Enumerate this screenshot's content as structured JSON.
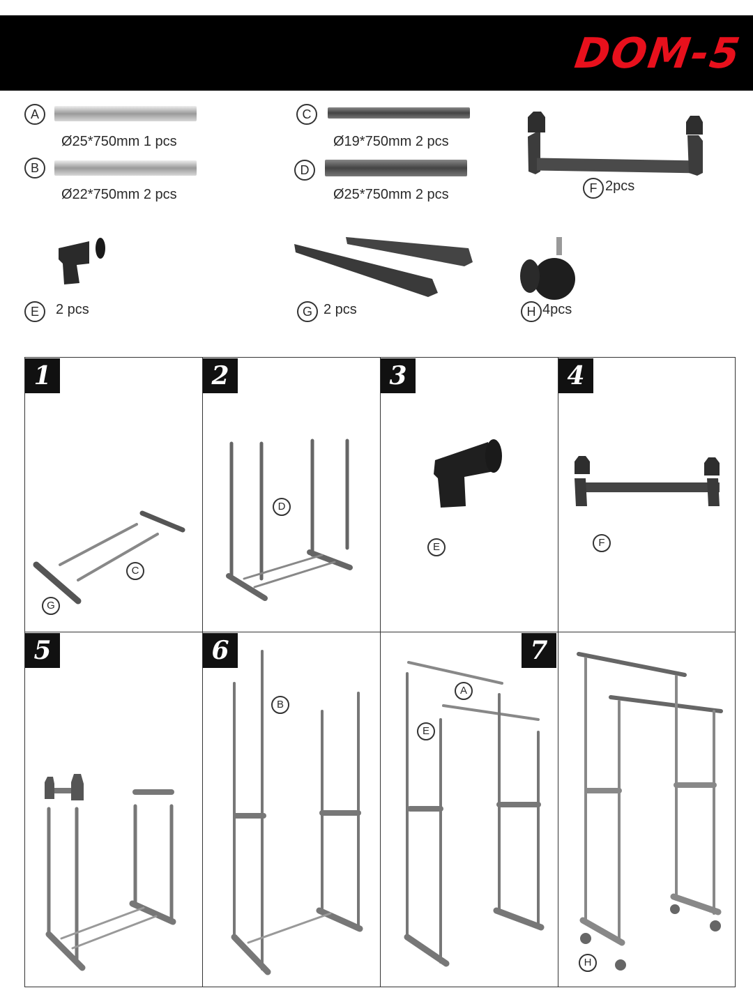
{
  "header": {
    "logo": "DOM-5"
  },
  "parts": [
    {
      "letter": "A",
      "spec": "Ø25*750mm 1 pcs"
    },
    {
      "letter": "B",
      "spec": "Ø22*750mm 2 pcs"
    },
    {
      "letter": "C",
      "spec": "Ø19*750mm 2 pcs"
    },
    {
      "letter": "D",
      "spec": "Ø25*750mm 2 pcs"
    },
    {
      "letter": "F",
      "spec": "2pcs"
    },
    {
      "letter": "E",
      "spec": "2 pcs"
    },
    {
      "letter": "G",
      "spec": "2 pcs"
    },
    {
      "letter": "H",
      "spec": "4pcs"
    }
  ],
  "steps": [
    {
      "number": "1",
      "labels": [
        "G",
        "C"
      ]
    },
    {
      "number": "2",
      "labels": [
        "D"
      ]
    },
    {
      "number": "3",
      "labels": [
        "E"
      ]
    },
    {
      "number": "4",
      "labels": [
        "F"
      ]
    },
    {
      "number": "5",
      "labels": []
    },
    {
      "number": "6",
      "labels": [
        "B"
      ]
    },
    {
      "number": "7",
      "labels": [
        "A",
        "E"
      ]
    },
    {
      "number": "",
      "labels": [
        "H"
      ]
    }
  ],
  "colors": {
    "header_bg": "#000000",
    "logo": "#e8101c",
    "part_dark": "#3a3a3a",
    "tube_light": "#a8a8a8"
  }
}
